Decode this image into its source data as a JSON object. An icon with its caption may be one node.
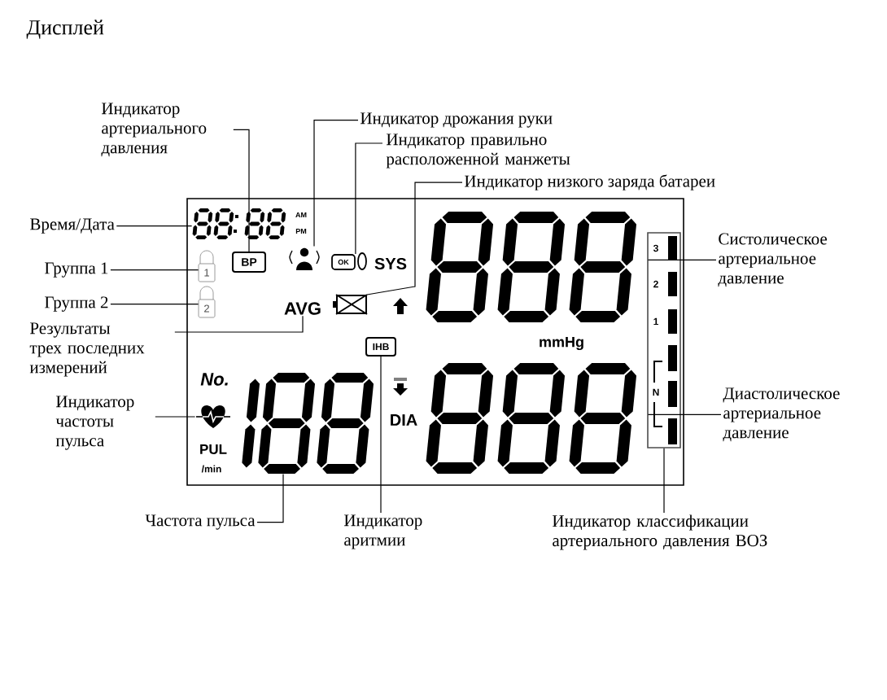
{
  "diagram": {
    "title": "Дисплей",
    "nodes": [
      {
        "text": [
          "Индикатор артериального давления"
        ]
      },
      {
        "text": [
          "Индикатор дрожания руки"
        ]
      },
      {
        "text": [
          "Индикатор правильно расположенной манжеты"
        ]
      },
      {
        "text": [
          "Индикатор низкого заряда батареи"
        ]
      },
      {
        "text": [
          "Время/Дата"
        ]
      },
      {
        "text": [
          "Группа 1"
        ]
      },
      {
        "text": [
          "Группа 2"
        ]
      },
      {
        "text": [
          "Результаты трех последних измерений"
        ]
      },
      {
        "text": [
          "Индикатор частоты пульса"
        ]
      },
      {
        "text": [
          "Частота пульса"
        ]
      },
      {
        "text": [
          "Индикатор аритмии"
        ]
      },
      {
        "text": [
          "Индикатор классификации артериального давления ВОЗ"
        ]
      },
      {
        "text": [
          "Систолическое артериальное давление"
        ]
      },
      {
        "text": [
          "Диастолическое артериальное давление"
        ]
      },
      {
        "text": [],
        "shape": "box"
      },
      {
        "text": [],
        "shape": "display",
        "in": 14
      },
      {
        "text": [
          "BP"
        ],
        "in": 14
      },
      {
        "text": [],
        "shape": "picture",
        "in": 14
      },
      {
        "text": [
          "OK"
        ],
        "in": 14
      },
      {
        "text": [
          "1"
        ],
        "in": 14
      },
      {
        "text": [
          "2"
        ],
        "in": 14
      },
      {
        "text": [],
        "shape": "box",
        "in": 14
      },
      {
        "text": [
          "AVG"
        ],
        "in": 14
      },
      {
        "text": [],
        "shape": "display",
        "in": 14
      },
      {
        "text": [
          "IHB"
        ],
        "in": 14
      },
      {
        "text": [],
        "shape": "picture",
        "in": 14
      },
      {
        "text": [],
        "shape": "display",
        "in": 14
      },
      {
        "text": [],
        "shape": "display",
        "in": 14
      },
      {
        "text": [
          "3",
          "2",
          "1",
          "N"
        ],
        "in": 14
      }
    ],
    "edges": [
      {
        "from": 0,
        "to": 16,
        "arrow": "none"
      },
      {
        "from": 1,
        "to": 17,
        "arrow": "none"
      },
      {
        "from": 2,
        "to": 18,
        "arrow": "none"
      },
      {
        "from": 3,
        "to": 21,
        "arrow": "none"
      },
      {
        "from": 4,
        "to": 15,
        "arrow": "none"
      },
      {
        "from": 5,
        "to": 19,
        "arrow": "none"
      },
      {
        "from": 6,
        "to": 20,
        "arrow": "none"
      },
      {
        "from": 7,
        "to": 22,
        "arrow": "none"
      },
      {
        "from": 8,
        "to": 25,
        "arrow": "none"
      },
      {
        "from": 9,
        "to": 26,
        "arrow": "none"
      },
      {
        "from": 10,
        "to": 24,
        "arrow": "none"
      },
      {
        "from": 11,
        "to": 28,
        "arrow": "none"
      },
      {
        "from": 12,
        "to": 23,
        "arrow": "none"
      },
      {
        "from": 13,
        "to": 27,
        "arrow": "none"
      }
    ],
    "labels": [
      "AM",
      "PM",
      "SYS",
      "mmHg",
      "No.",
      "DIA",
      "PUL",
      "/min"
    ]
  }
}
